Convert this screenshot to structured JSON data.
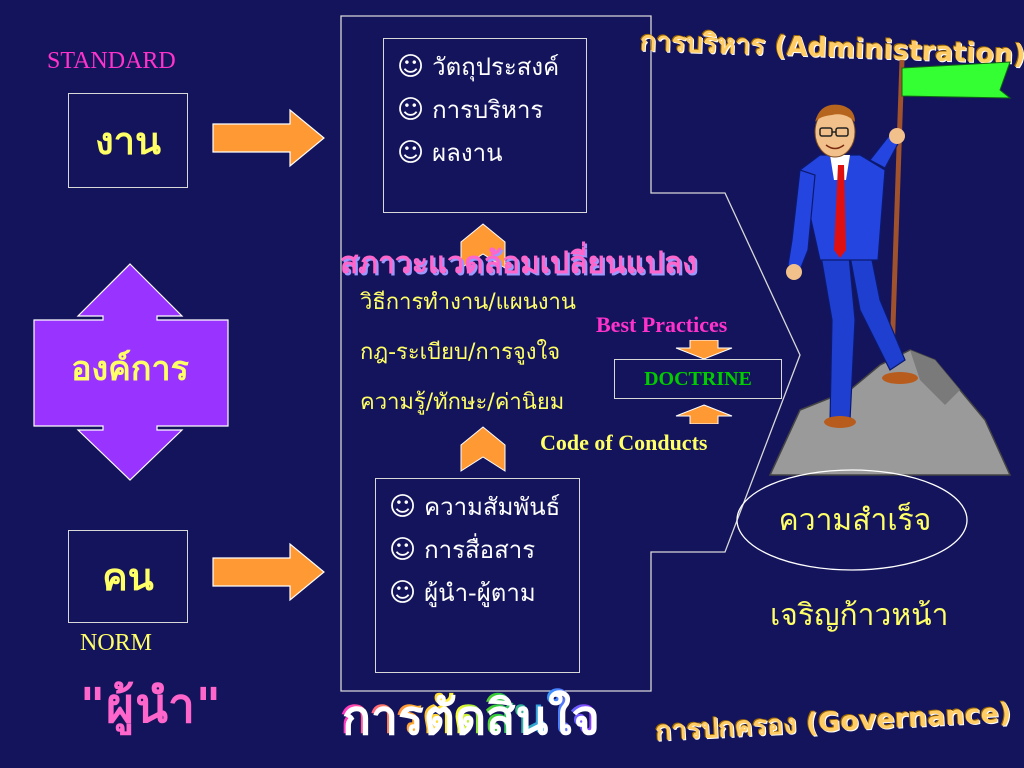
{
  "left": {
    "standard_label": "STANDARD",
    "work_label": "งาน",
    "org_label": "องค์การ",
    "people_label": "คน",
    "norm_label": "NORM",
    "leader_label": "\"ผู้นำ\""
  },
  "center": {
    "top_items": [
      "วัตถุประสงค์",
      "การบริหาร",
      "ผลงาน"
    ],
    "env_change": "สภาวะแวดล้อมเปลี่ยนแปลง",
    "methods": [
      "วิธีการทำงาน/แผนงาน",
      "กฎ-ระเบียบ/การจูงใจ",
      "ความรู้/ทักษะ/ค่านิยม"
    ],
    "bottom_items": [
      "ความสัมพันธ์",
      "การสื่อสาร",
      "ผู้นำ-ผู้ตาม"
    ],
    "decision": "การตัดสินใจ",
    "smile_glyph": "☺"
  },
  "doctrine": {
    "best_practices": "Best Practices",
    "doctrine_label": "DOCTRINE",
    "code_of_conducts": "Code of Conducts"
  },
  "right": {
    "administration": "การบริหาร (Administration)",
    "success": "ความสำเร็จ",
    "progress": "เจริญก้าวหน้า",
    "governance": "การปกครอง (Governance)"
  },
  "colors": {
    "background": "#14145c",
    "arrow_orange": "#ff9933",
    "org_purple": "#9933ff",
    "text_yellow": "#ffff66",
    "standard_magenta": "#ff33cc",
    "doctrine_green": "#00cc00",
    "flag_green": "#33ff33"
  }
}
